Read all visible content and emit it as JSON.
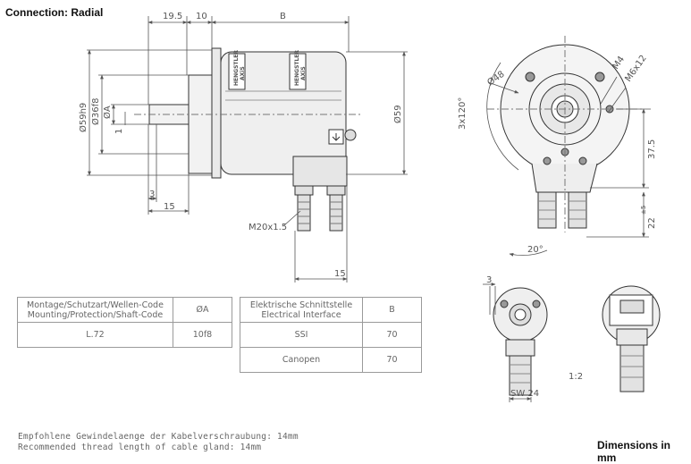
{
  "header": {
    "connection_label": "Connection: Radial",
    "units_label": "Dimensions in mm"
  },
  "side_view": {
    "dim_top": [
      "19.5",
      "10",
      "B"
    ],
    "dim_left": [
      "Ø59h9",
      "Ø36f8",
      "ØA",
      "1"
    ],
    "dim_bottom": [
      "3",
      "15",
      "M20x1.5",
      "15"
    ],
    "dim_right": "Ø59",
    "brand": [
      "HENGSTLER",
      "AXiS"
    ]
  },
  "front_view": {
    "dims": [
      "Ø48",
      "3x120°",
      "M4",
      "M6x12",
      "37.5",
      "22",
      "±5",
      "20°"
    ]
  },
  "small_views": {
    "dims": [
      "3",
      "SW 24",
      "1:2"
    ]
  },
  "table_shaft": {
    "header": [
      "Montage/Schutzart/Wellen-Code",
      "Mounting/Protection/Shaft-Code",
      "ØA"
    ],
    "rows": [
      {
        "code": "L.72",
        "value": "10f8"
      }
    ]
  },
  "table_interface": {
    "header": [
      "Elektrische Schnittstelle",
      "Electrical Interface",
      "B"
    ],
    "rows": [
      {
        "iface": "SSI",
        "value": "70"
      },
      {
        "iface": "Canopen",
        "value": "70"
      }
    ]
  },
  "footnote": [
    "Empfohlene Gewindelaenge der Kabelverschraubung: 14mm",
    "Recommended thread length of cable gland: 14mm"
  ]
}
